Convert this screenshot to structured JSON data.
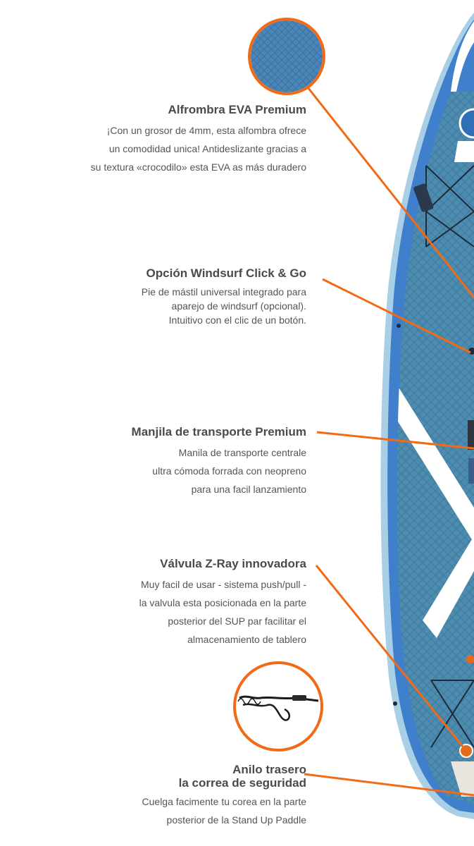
{
  "colors": {
    "accent": "#f26a16",
    "board_blue": "#3f7fcb",
    "board_deck": "#4d8caf",
    "text_title": "#4a4a4a",
    "text_body": "#555555"
  },
  "features": [
    {
      "title_lines": [
        "Alfrombra EVA Premium"
      ],
      "desc_lines": [
        "¡Con un grosor de 4mm, esta alfombra ofrece",
        "un comodidad unica! Antideslizante gracias a",
        "su textura «crocodilo» esta EVA as más duradero"
      ]
    },
    {
      "title_lines": [
        "Opción Windsurf Click & Go"
      ],
      "desc_lines": [
        "Pie de mástil universal integrado para",
        "aparejo de windsurf (opcional).",
        "Intuitivo con el clic de un botón."
      ]
    },
    {
      "title_lines": [
        "Manjila de transporte Premium"
      ],
      "desc_lines": [
        "Manila de transporte centrale",
        "ultra cómoda forrada con neopreno",
        "para una facil lanzamiento"
      ]
    },
    {
      "title_lines": [
        "Válvula Z-Ray innovadora"
      ],
      "desc_lines": [
        "Muy facil de usar - sistema push/pull -",
        "la valvula esta posicionada en la parte",
        "posterior del SUP par facilitar el",
        "almacenamiento de tablero"
      ]
    },
    {
      "title_lines": [
        "Anilo trasero",
        "la correa de seguridad"
      ],
      "desc_lines": [
        "Cuelga facimente tu corea en la parte",
        "posterior de la Stand Up Paddle"
      ]
    }
  ],
  "icons": {
    "eva_swatch": "eva-texture-swatch-icon",
    "leash": "leash-icon"
  }
}
